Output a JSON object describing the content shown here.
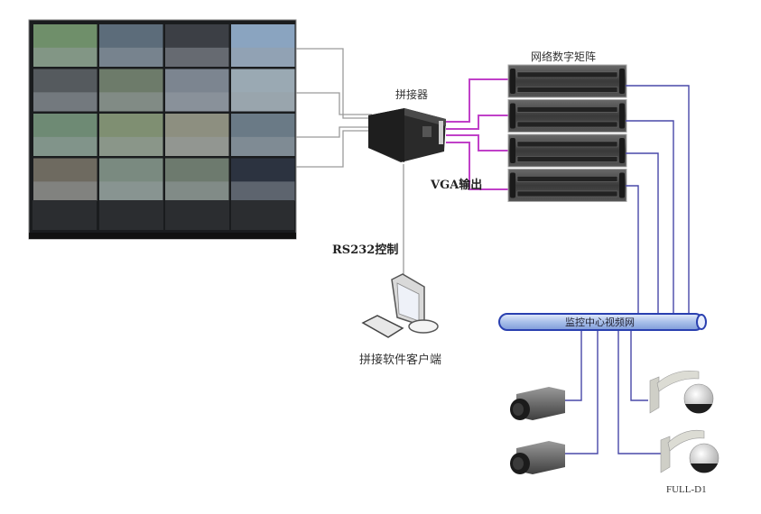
{
  "diagram": {
    "title": "Video wall splicing system topology",
    "nodes": {
      "video_wall": {
        "label": "",
        "rows": 4,
        "cols": 4,
        "lower_panels": 4
      },
      "splicer": {
        "label": "拼接器"
      },
      "matrix": {
        "label": "网络数字矩阵",
        "units": 4
      },
      "vga_output": {
        "label": "VGA输出"
      },
      "rs232": {
        "label": "RS232控制"
      },
      "client": {
        "label": "拼接软件客户端"
      },
      "network": {
        "label": "监控中心视频网"
      },
      "cameras": [
        {
          "type": "box-camera"
        },
        {
          "type": "box-camera"
        }
      ],
      "domes": [
        {
          "type": "ptz-dome"
        },
        {
          "type": "ptz-dome",
          "label": "FULL-D1"
        }
      ]
    },
    "colors": {
      "wall_wire": "#9a9a9a",
      "vga_wire": "#c040c8",
      "net_wire": "#4848a8",
      "pipe_fill": "#b8cef0",
      "pipe_stroke": "#2a40b0",
      "tile_colors": [
        "#6f8f6a",
        "#5c6c7a",
        "#3c3f45",
        "#8aa4c0",
        "#555a5e",
        "#6d7b6a",
        "#7c8590",
        "#9aa9b3",
        "#6e8a74",
        "#7f8f72",
        "#8d8f80",
        "#6a7a86",
        "#6e6a60",
        "#7a8a80",
        "#6d7a6e",
        "#2c3340"
      ]
    }
  }
}
